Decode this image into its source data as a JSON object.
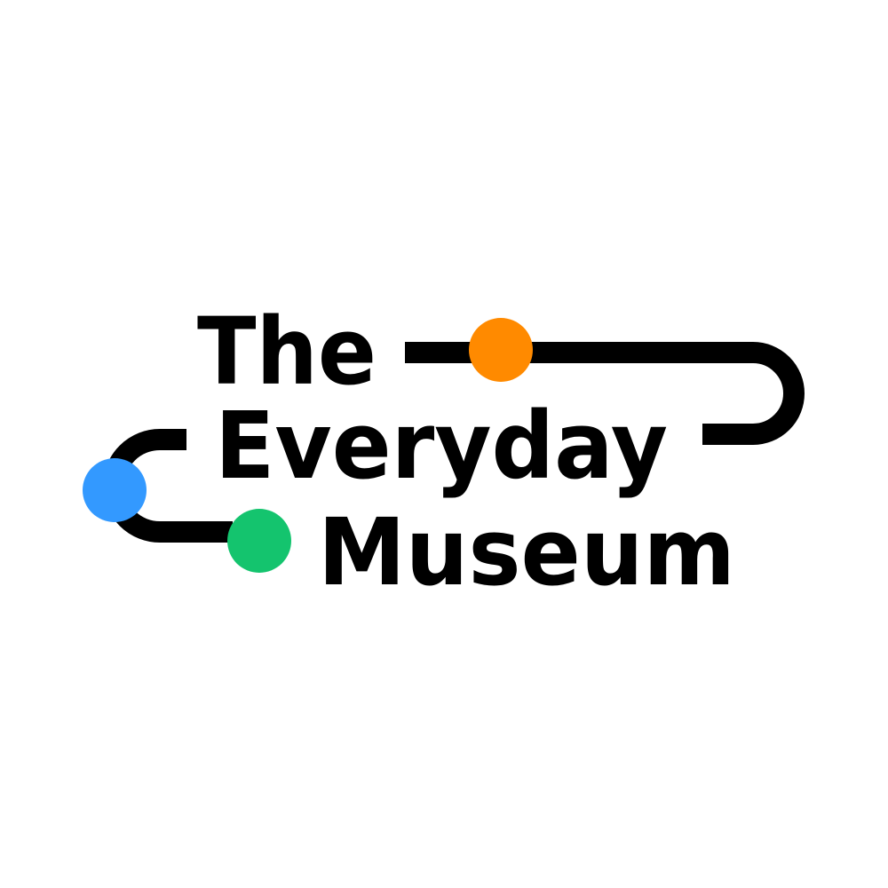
{
  "logo": {
    "line_1": "The",
    "line_2": "Everyday",
    "line_3": "Museum"
  },
  "colors": {
    "background": "#ffffff",
    "text": "#000000",
    "track": "#000000",
    "dot_orange": "#FF8A00",
    "dot_blue": "#3399FF",
    "dot_green": "#14C46E"
  },
  "icons": [
    "orange-dot-icon",
    "blue-dot-icon",
    "green-dot-icon",
    "track-line-icon"
  ]
}
